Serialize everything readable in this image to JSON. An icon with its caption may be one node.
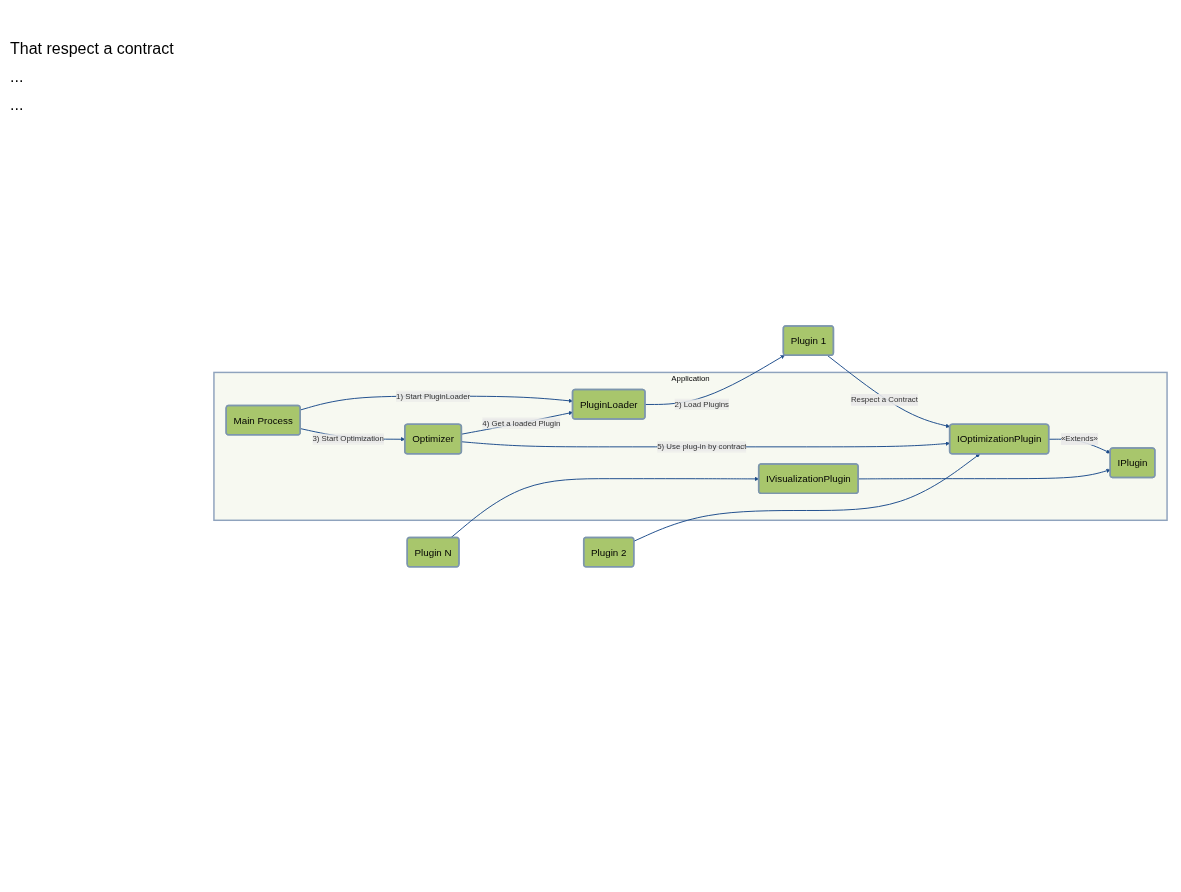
{
  "diagram": {
    "nodes": [
      {
        "text": [
          "Application"
        ]
      },
      {
        "text": [
          "PluginLoader"
        ],
        "in": 0
      },
      {
        "text": [
          "Main Process"
        ],
        "in": 0
      },
      {
        "text": [
          "Optimizer"
        ],
        "in": 0
      },
      {
        "text": [
          "IOptimizationPlugin"
        ],
        "in": 0
      },
      {
        "text": [
          "IVisualizationPlugin"
        ],
        "in": 0
      },
      {
        "text": [
          "IPlugin"
        ],
        "in": 0
      },
      {
        "text": [
          "Plugin 1"
        ]
      },
      {
        "text": [
          "Plugin 2"
        ]
      },
      {
        "text": [
          "Plugin N"
        ]
      }
    ],
    "edges": [
      {
        "from": 2,
        "to": 1,
        "arrow": "to",
        "label": "1)  Start PluginLoader"
      },
      {
        "from": 1,
        "to": 7,
        "arrow": "to",
        "label": "2) Load Plugins"
      },
      {
        "from": 2,
        "to": 3,
        "arrow": "to",
        "label": "3) Start Optimization"
      },
      {
        "from": 3,
        "to": 1,
        "arrow": "to",
        "label": "4)  Get a loaded Plugin"
      },
      {
        "from": 3,
        "to": 4,
        "arrow": "to",
        "label": "5) Use plug-in by contract"
      },
      {
        "from": 7,
        "to": 4,
        "arrow": "to",
        "label": "Respect a Contract"
      },
      {
        "from": 8,
        "to": 4,
        "arrow": "to"
      },
      {
        "from": 9,
        "to": 5,
        "arrow": "to"
      },
      {
        "from": 4,
        "to": 6,
        "arrow": "to",
        "label": "«Extends»"
      },
      {
        "from": 5,
        "to": 6,
        "arrow": "to"
      }
    ],
    "labels": [
      "That respect a contract",
      "...",
      "..."
    ]
  }
}
